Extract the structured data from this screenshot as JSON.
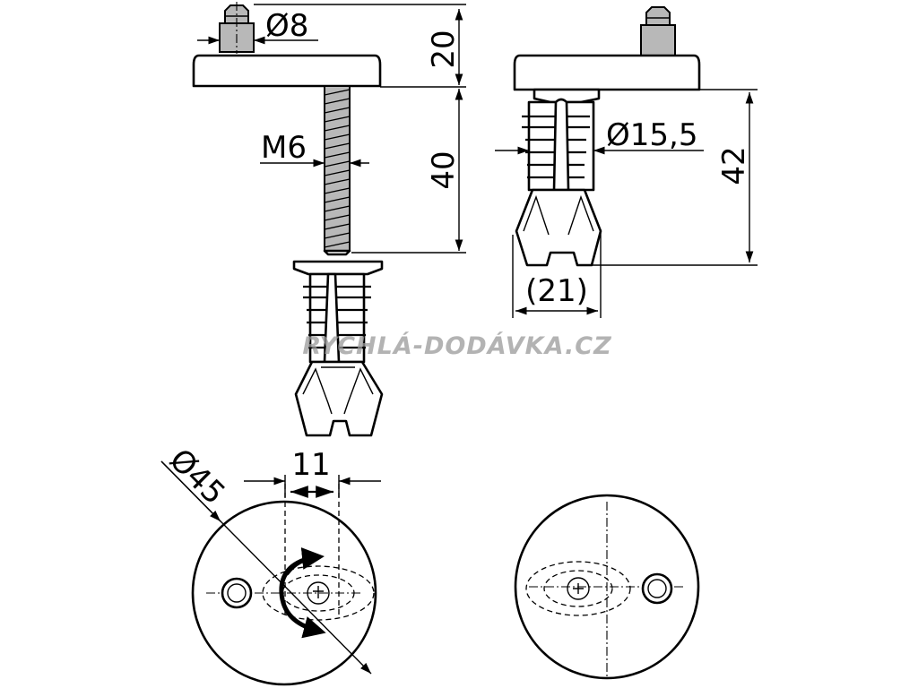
{
  "dimensions": {
    "pin_diameter": "Ø8",
    "cap_height": "20",
    "thread": "M6",
    "bolt_length": "40",
    "plug_diameter": "Ø15,5",
    "plug_length": "42",
    "plug_width": "(21)",
    "offset": "11",
    "cap_diameter": "Ø45"
  },
  "watermark": "RYCHLÁ-DODÁVKA.CZ"
}
